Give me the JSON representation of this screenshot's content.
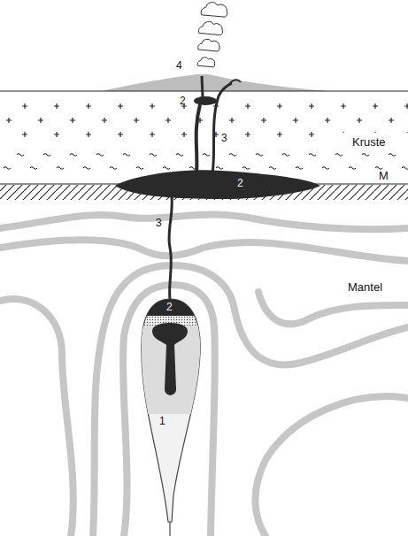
{
  "diagram": {
    "labels": [
      "4",
      "2",
      "3",
      "Kruste",
      "2",
      "M",
      "3",
      "Mantel",
      "2",
      "1"
    ]
  }
}
